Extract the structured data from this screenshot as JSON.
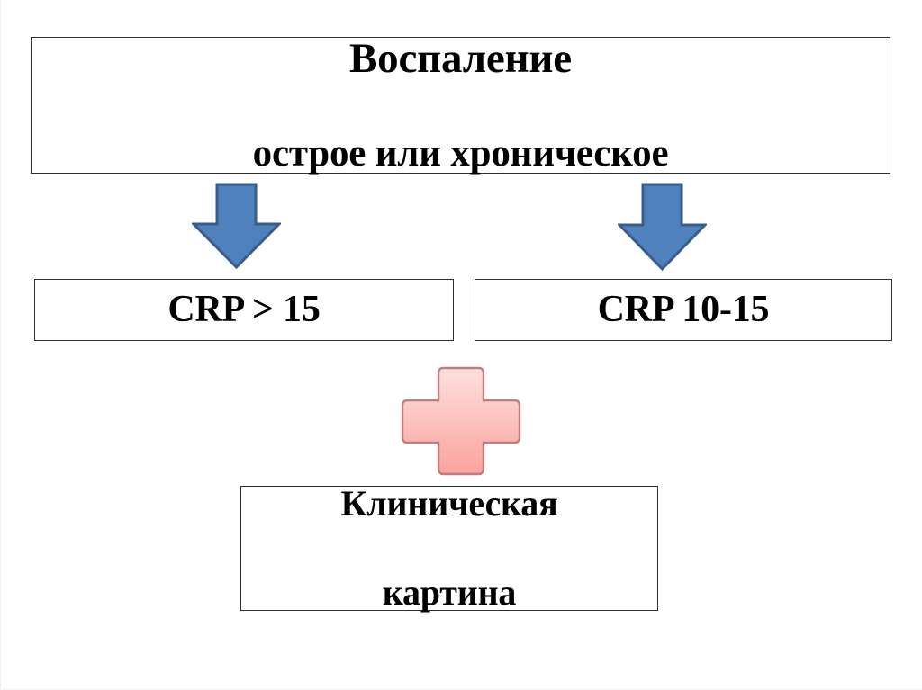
{
  "slide": {
    "background_color": "#ffffff",
    "language": "ru"
  },
  "diagram": {
    "type": "flowchart",
    "title_box": {
      "name": "inflammation",
      "line1": "Воспаление",
      "line2": "острое или хроническое",
      "border_color": "#2f2f33",
      "fill_color": "#ffffff",
      "text_color": "#000000"
    },
    "branches": [
      {
        "name": "crp-high",
        "label": "CRP > 15",
        "arrow": {
          "name": "down-arrow-left",
          "direction": "down",
          "fill_color": "#4f81bd",
          "stroke_color": "#385d8a"
        }
      },
      {
        "name": "crp-mid",
        "label": "CRP 10-15",
        "arrow": {
          "name": "down-arrow-right",
          "direction": "down",
          "fill_color": "#4f81bd",
          "stroke_color": "#385d8a"
        }
      }
    ],
    "connector_symbol": {
      "name": "medical-cross",
      "shape": "cross",
      "fill_top_color": "#fcdad7",
      "fill_bottom_color": "#f9a39d",
      "stroke_color": "#bd7d7c"
    },
    "outcome_box": {
      "name": "clinical-picture",
      "line1": "Клиническая",
      "line2": "картина",
      "border_color": "#2f2f33",
      "fill_color": "#ffffff",
      "text_color": "#000000"
    }
  }
}
